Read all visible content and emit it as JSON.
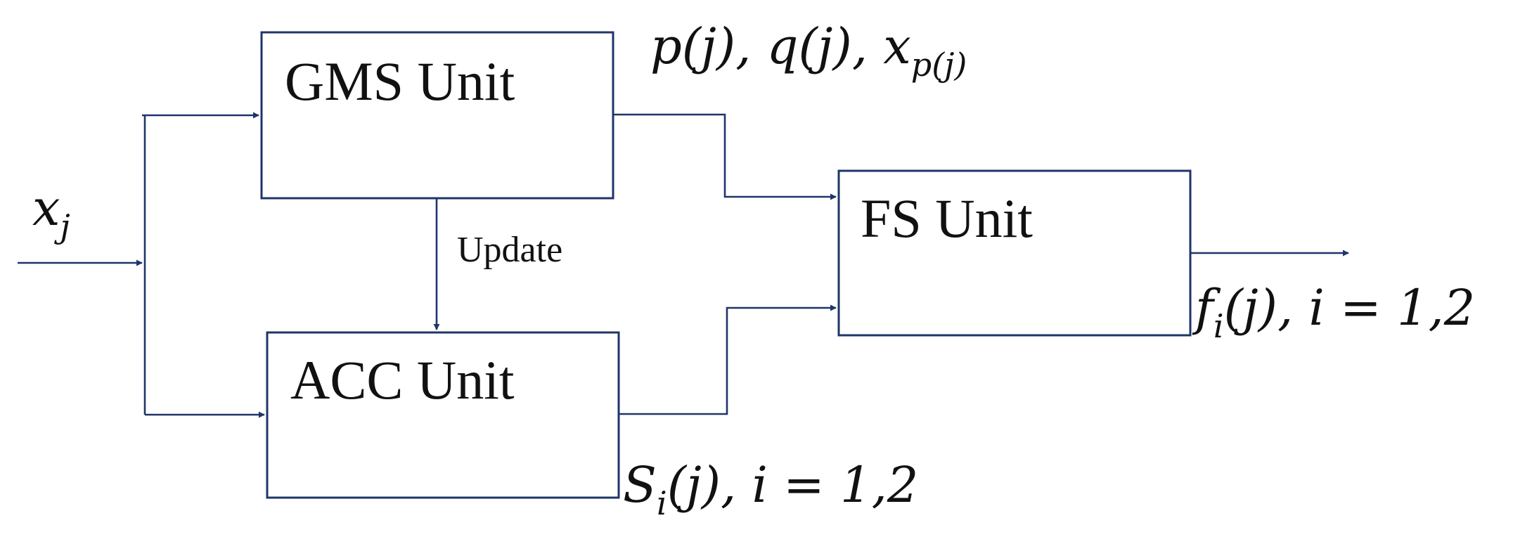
{
  "units": {
    "gms": "GMS Unit",
    "acc": "ACC Unit",
    "fs": "FS Unit"
  },
  "edge_labels": {
    "update": "Update"
  },
  "math_labels": {
    "input": {
      "base": "x",
      "sub": "j"
    },
    "gms_output": {
      "text": "p(j), q(j), x",
      "sub": "p(j)"
    },
    "acc_output": {
      "base": "S",
      "sub": "i",
      "rest": "(j), i = 1,2"
    },
    "fs_output": {
      "base": "f",
      "sub": "i",
      "rest": "(j), i = 1,2"
    }
  },
  "colors": {
    "line": "#1f3569",
    "text": "#111111"
  }
}
